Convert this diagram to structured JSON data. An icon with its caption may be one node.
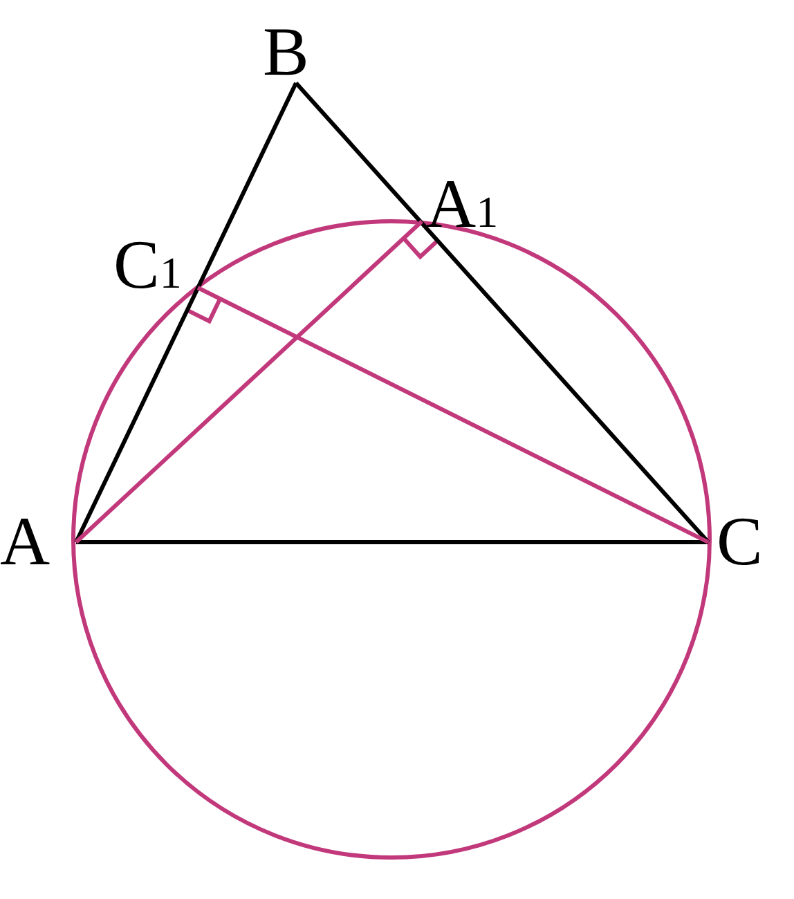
{
  "diagram": {
    "nodes": [
      {
        "text": [
          "A"
        ]
      },
      {
        "text": [
          "B"
        ]
      },
      {
        "text": [
          "C"
        ]
      },
      {
        "text": [
          "A$_{1}$"
        ]
      },
      {
        "text": [
          "C$_{1}$"
        ]
      }
    ],
    "edges": [
      {
        "from": 0,
        "to": 1,
        "arrow": "none"
      },
      {
        "from": 1,
        "to": 2,
        "arrow": "none"
      },
      {
        "from": 0,
        "to": 2,
        "arrow": "none"
      },
      {
        "from": 0,
        "to": 3,
        "arrow": "none",
        "color": "#c2397b"
      },
      {
        "from": 2,
        "to": 4,
        "arrow": "none",
        "color": "#c2397b"
      }
    ]
  }
}
